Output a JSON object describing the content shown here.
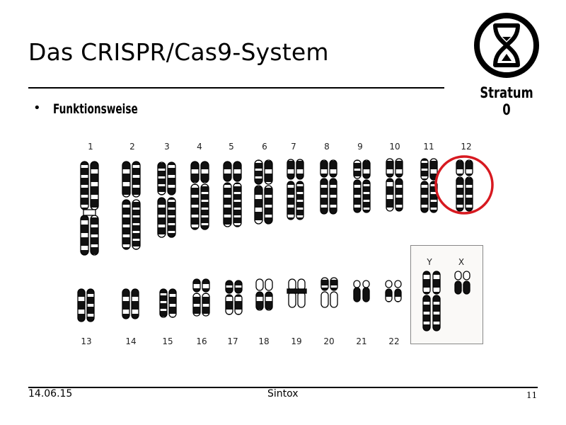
{
  "slide": {
    "title": "Das CRISPR/Cas9-System",
    "bullets": [
      {
        "marker": "•",
        "text": "Funktionsweise"
      }
    ]
  },
  "logo": {
    "text": "Stratum 0",
    "icon": "hourglass-in-circle-icon"
  },
  "karyotype": {
    "row1_labels": [
      "1",
      "2",
      "3",
      "4",
      "5",
      "6",
      "7",
      "8",
      "9",
      "10",
      "11",
      "12"
    ],
    "row2_labels": [
      "13",
      "14",
      "15",
      "16",
      "17",
      "18",
      "19",
      "20",
      "21",
      "22"
    ],
    "sex_chromosomes": {
      "left_label": "Y",
      "right_label": "X"
    },
    "highlight": {
      "chromosome": "12",
      "color": "#d71920"
    }
  },
  "footer": {
    "date": "14.06.15",
    "author": "Sintox",
    "page": "11"
  }
}
